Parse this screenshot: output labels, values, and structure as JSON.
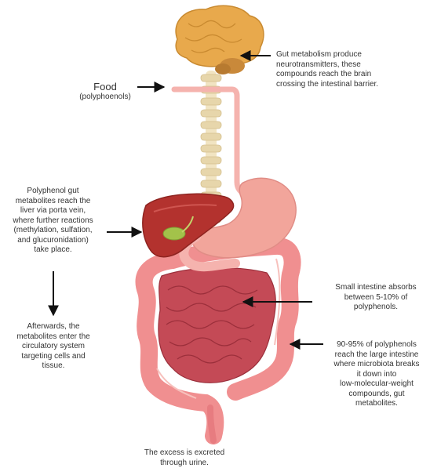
{
  "labels": {
    "food": {
      "title": "Food",
      "subtitle": "(polyphoenols)"
    },
    "brain": [
      "Gut metabolism produce",
      "neurotransmitters, these",
      "compounds reach the brain",
      "crossing the intestinal barrier."
    ],
    "liver": [
      "Polyphenol gut",
      "metabolites reach the",
      "liver via porta vein,",
      "where further reactions",
      "(methylation, sulfation,",
      "and glucuronidation)",
      "take place."
    ],
    "circulation": [
      "Afterwards, the",
      "metabolites enter the",
      "circulatory system",
      "targeting cells and",
      "tissue."
    ],
    "small_intestine": [
      "Small intestine absorbs",
      "between 5-10% of",
      "polyphenols."
    ],
    "large_intestine": [
      "90-95% of polyphenols",
      "reach the large intestine",
      "where microbiota breaks",
      "it down into",
      "low-molecular-weight",
      "compounds, gut",
      "metabolites."
    ],
    "excretion": [
      "The excess is excreted",
      "through urine."
    ]
  },
  "colors": {
    "brain": "#e8a94c",
    "liver": "#b3322e",
    "stomach": "#f2a59b",
    "small_intestine": "#c44a56",
    "large_intestine": "#f08f90",
    "esophagus": "#f5b3ae",
    "spine": "#f1e4c2",
    "arrow": "#111111"
  }
}
